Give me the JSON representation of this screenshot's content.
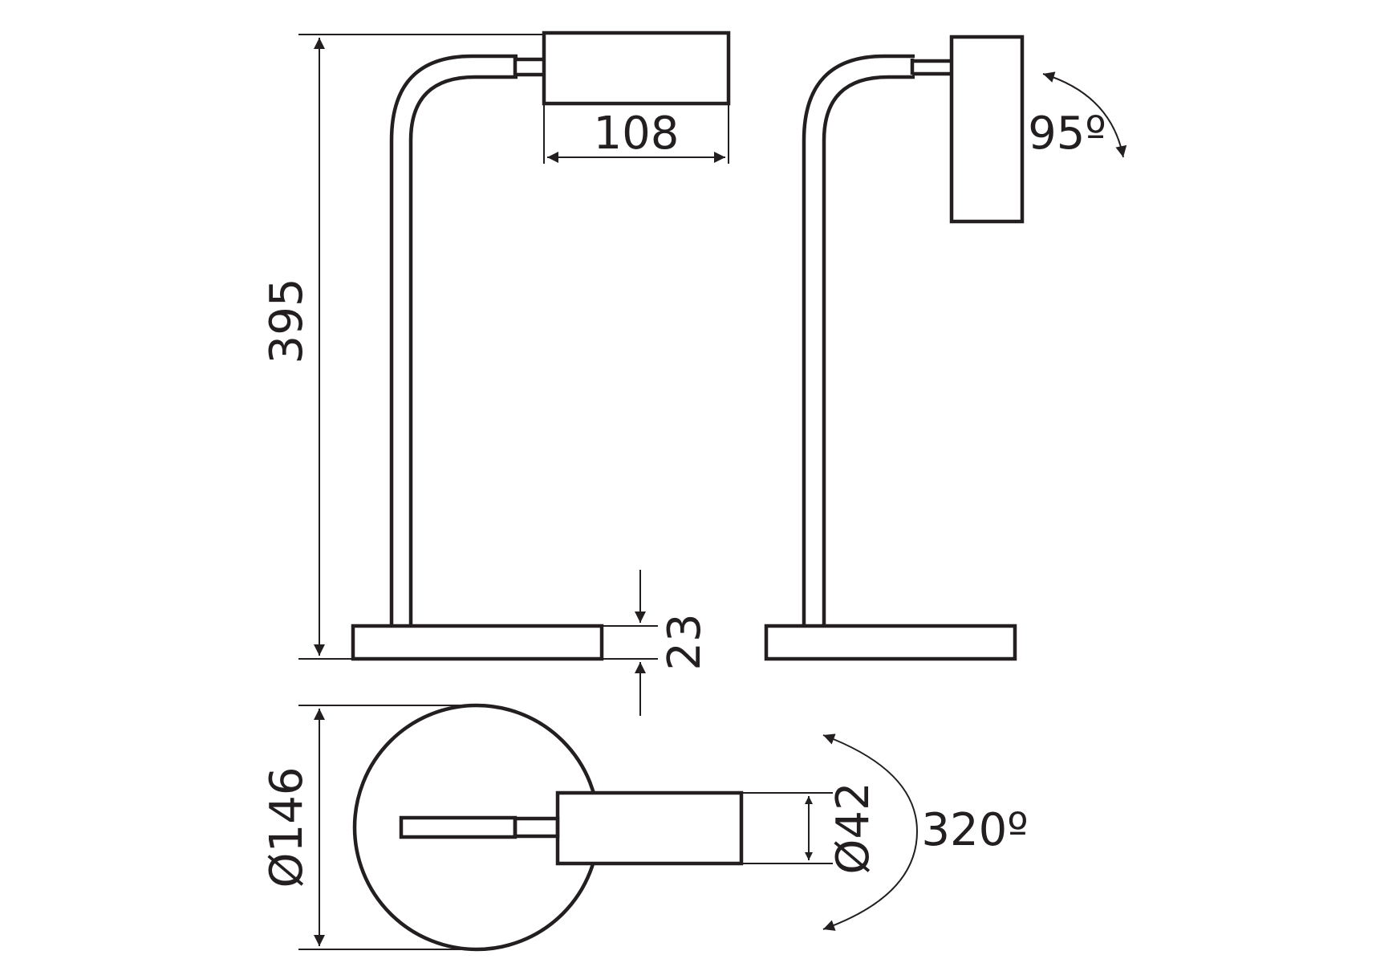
{
  "dimensions": {
    "height": "395",
    "head_length": "108",
    "base_height": "23",
    "base_diameter": "Ø146",
    "head_diameter": "Ø42",
    "tilt_angle": "95º",
    "rotation_angle": "320º"
  }
}
